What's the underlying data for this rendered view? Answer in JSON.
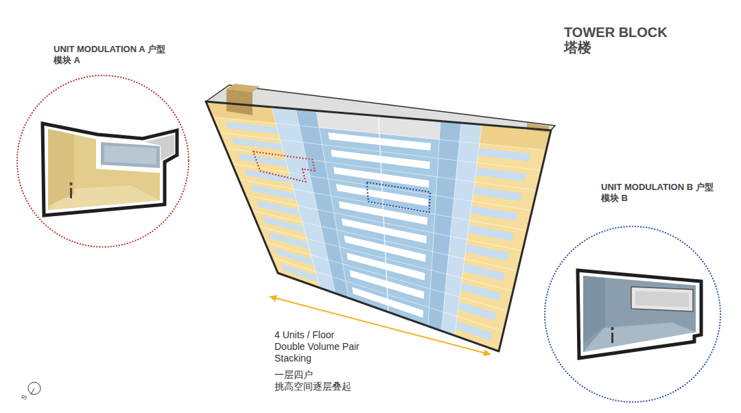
{
  "diagram": {
    "title": "TOWER BLOCK 塔楼",
    "nodes": [
      {
        "text": [
          "UNIT MODULATION A 户型模块 A"
        ]
      },
      {
        "text": [
          "UNIT MODULATION B 户型模块 B"
        ]
      }
    ],
    "labels": [
      "4 Units / Floor Double Volume Pair Stacking",
      "一层四户 挑高空间逐层叠起",
      "S"
    ]
  }
}
